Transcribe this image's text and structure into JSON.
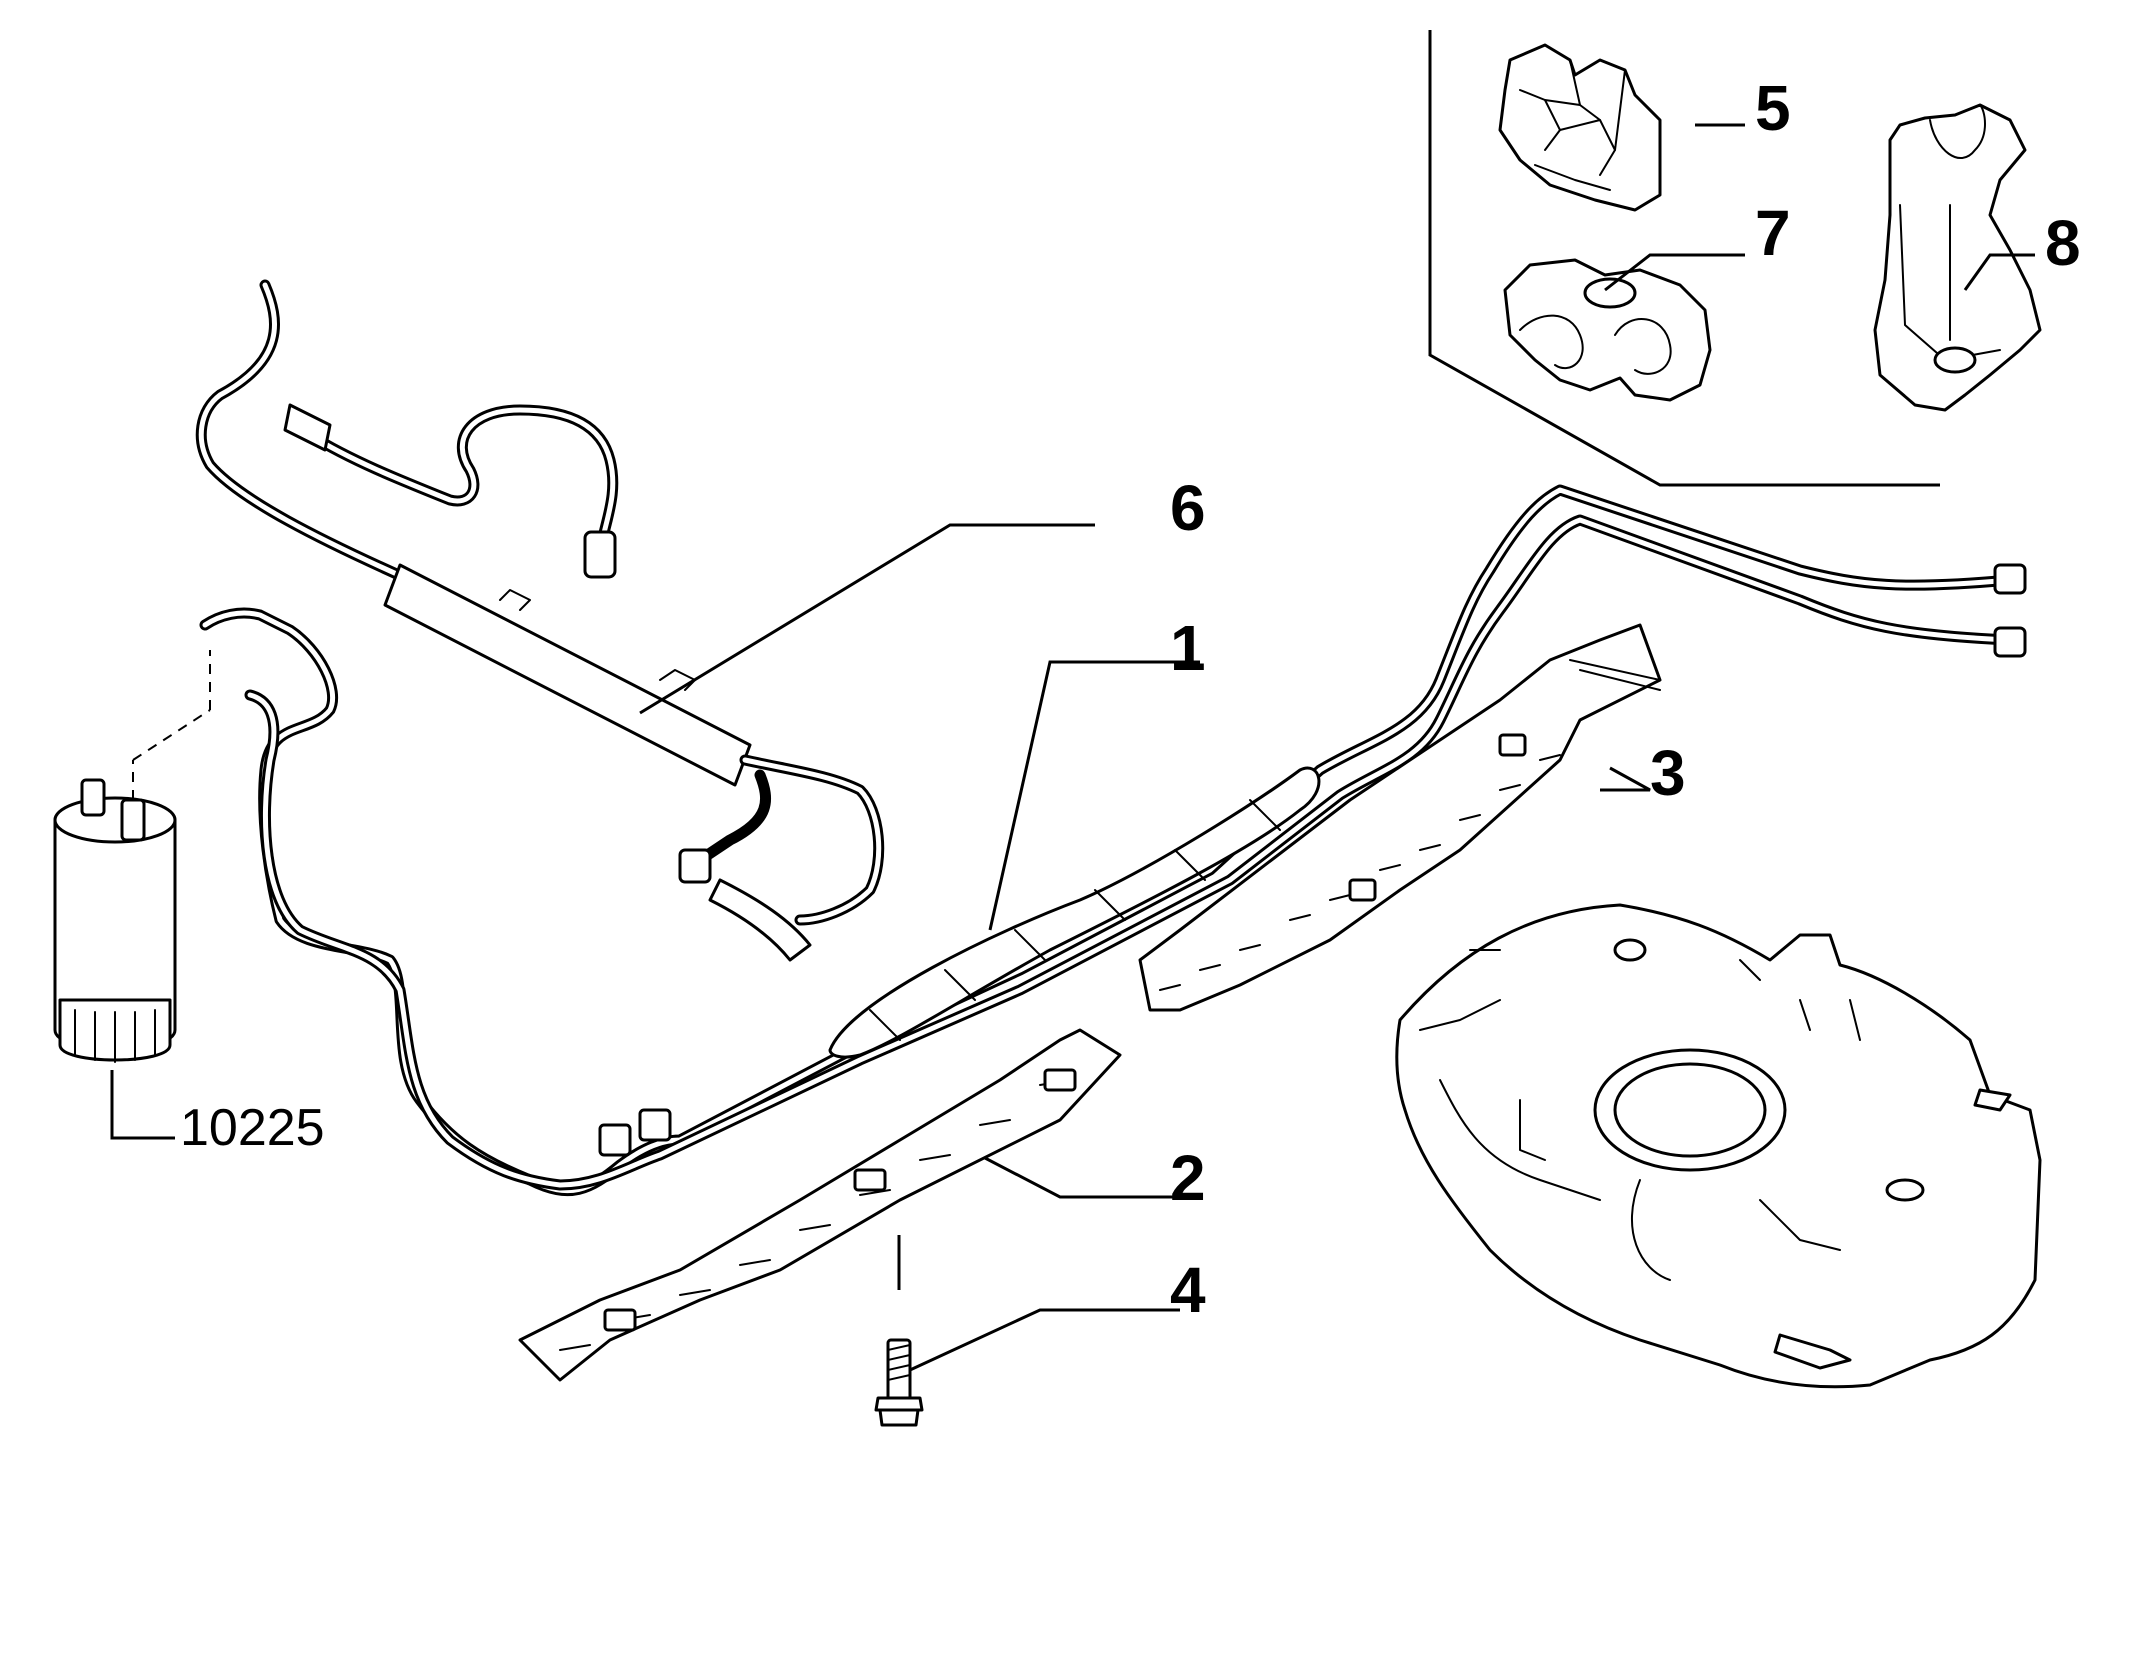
{
  "labels": {
    "part_1": "1",
    "part_2": "2",
    "part_3": "3",
    "part_4": "4",
    "part_5": "5",
    "part_6": "6",
    "part_7": "7",
    "part_8": "8",
    "part_10225": "10225"
  }
}
